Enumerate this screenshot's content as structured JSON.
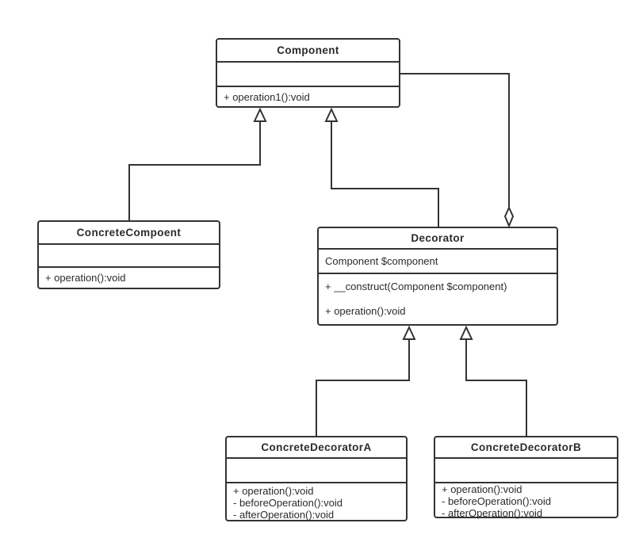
{
  "diagram": {
    "pattern_name": "Decorator",
    "colors": {
      "line": "#333333",
      "background": "#ffffff",
      "text": "#2b2b2b",
      "box_fill": "#ffffff"
    },
    "classes": [
      {
        "name": "Component",
        "attributes": [],
        "methods": [
          "+ operation1():void"
        ]
      },
      {
        "name": "ConcreteCompoent",
        "attributes": [],
        "methods": [
          "+ operation():void"
        ]
      },
      {
        "name": "Decorator",
        "attributes": [
          "Component $component"
        ],
        "methods": [
          "+ __construct(Component $component)",
          "+ operation():void"
        ]
      },
      {
        "name": "ConcreteDecoratorA",
        "attributes": [],
        "methods": [
          "+ operation():void",
          "- beforeOperation():void",
          "- afterOperation():void"
        ]
      },
      {
        "name": "ConcreteDecoratorB",
        "attributes": [],
        "methods": [
          "+ operation():void",
          "- beforeOperation():void",
          "- afterOperation():void"
        ]
      }
    ],
    "relationships": [
      {
        "type": "generalization",
        "from": "ConcreteCompoent",
        "to": "Component"
      },
      {
        "type": "generalization",
        "from": "Decorator",
        "to": "Component"
      },
      {
        "type": "aggregation",
        "from": "Decorator",
        "to": "Component"
      },
      {
        "type": "generalization",
        "from": "ConcreteDecoratorA",
        "to": "Decorator"
      },
      {
        "type": "generalization",
        "from": "ConcreteDecoratorB",
        "to": "Decorator"
      }
    ]
  }
}
